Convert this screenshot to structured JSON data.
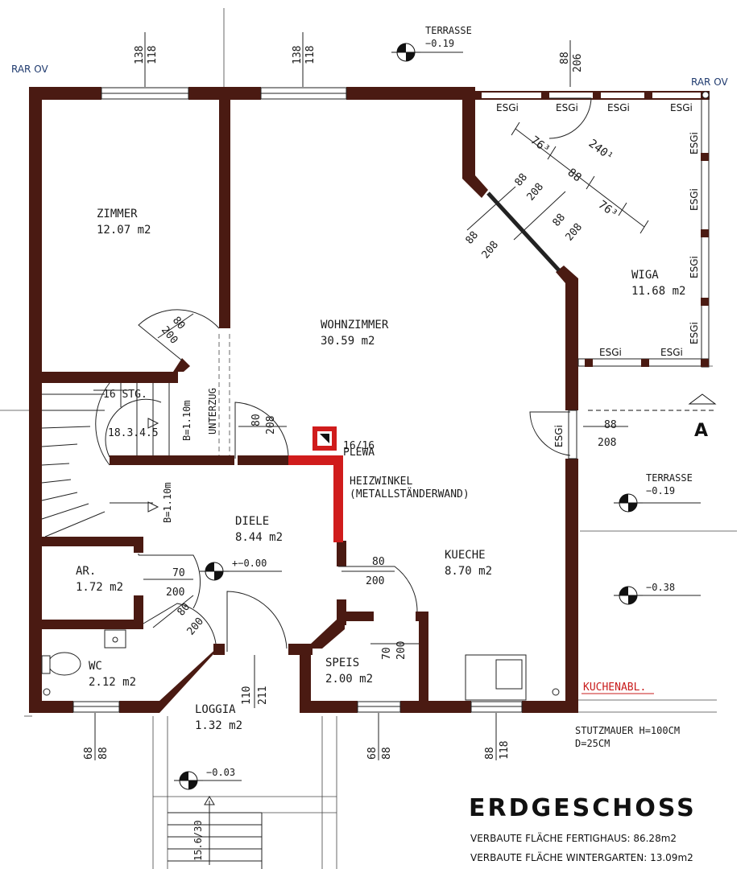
{
  "corners": {
    "nw": "RAR OV",
    "ne": "RAR OV"
  },
  "levels": {
    "terrace_top": {
      "label": "TERRASSE",
      "value": "−0.19"
    },
    "terrace_right": {
      "label": "TERRASSE",
      "value": "−0.19"
    },
    "right_lower": "−0.38",
    "floor_zero": "+−0.00",
    "loggia_level": "−0.03"
  },
  "rooms": {
    "zimmer": {
      "name": "ZIMMER",
      "area": "12.07 m2"
    },
    "wohnzimmer": {
      "name": "WOHNZIMMER",
      "area": "30.59 m2"
    },
    "wiga": {
      "name": "WIGA",
      "area": "11.68 m2"
    },
    "diele": {
      "name": "DIELE",
      "area": "8.44 m2"
    },
    "kueche": {
      "name": "KUECHE",
      "area": "8.70 m2"
    },
    "ar": {
      "name": "AR.",
      "area": "1.72 m2"
    },
    "wc": {
      "name": "WC",
      "area": "2.12 m2"
    },
    "speis": {
      "name": "SPEIS",
      "area": "2.00 m2"
    },
    "loggia": {
      "name": "LOGGIA",
      "area": "1.32 m2"
    }
  },
  "stairs": {
    "label": "16 STG.",
    "rise": "18.3.4.5",
    "width_top": "B=1.10m",
    "width_bottom": "B=1.10m",
    "outdoor": "15.6/30"
  },
  "labels": {
    "unterzug": "UNTERZUG",
    "plewa": "PLEWA",
    "plewa_size": "16/16",
    "heizwinkel": "HEIZWINKEL",
    "metallwand": "(METALLSTÄNDERWAND)",
    "kuchenabl": "KUCHENABL.",
    "stutzmauer_1": "STUTZMAUER H=100CM",
    "stutzmauer_2": "D=25CM",
    "section_a": "A",
    "esg": "ESGi"
  },
  "dimensions": {
    "win_top_1": [
      "138",
      "118"
    ],
    "win_top_2": [
      "138",
      "118"
    ],
    "win_top_3": [
      "88",
      "206"
    ],
    "diag_1": "76³",
    "diag_2": "240¹",
    "diag_3": "88",
    "diag_4": "76³",
    "bay_1": [
      "88",
      "208"
    ],
    "bay_2": [
      "88",
      "208"
    ],
    "bay_3": [
      "88",
      "208"
    ],
    "door_zimmer": [
      "80",
      "200"
    ],
    "door_wohn": [
      "80",
      "208"
    ],
    "door_east": [
      "88",
      "208"
    ],
    "door_kueche": [
      "80",
      "200"
    ],
    "door_ar": [
      "70",
      "200"
    ],
    "door_wc": [
      "80",
      "200"
    ],
    "door_speis": [
      "70",
      "200"
    ],
    "door_loggia": [
      "110",
      "211"
    ],
    "win_bot_1": [
      "68",
      "88"
    ],
    "win_bot_2": [
      "68",
      "88"
    ],
    "win_bot_3": [
      "88",
      "118"
    ]
  },
  "footer": {
    "title": "ERDGESCHOSS",
    "line1": "VERBAUTE FLÄCHE FERTIGHAUS: 86.28m2",
    "line2": "VERBAUTE FLÄCHE WINTERGARTEN: 13.09m2"
  },
  "colors": {
    "wall": "#4a1a12",
    "heating": "#d01c1c",
    "text": "#1a1a1a"
  }
}
